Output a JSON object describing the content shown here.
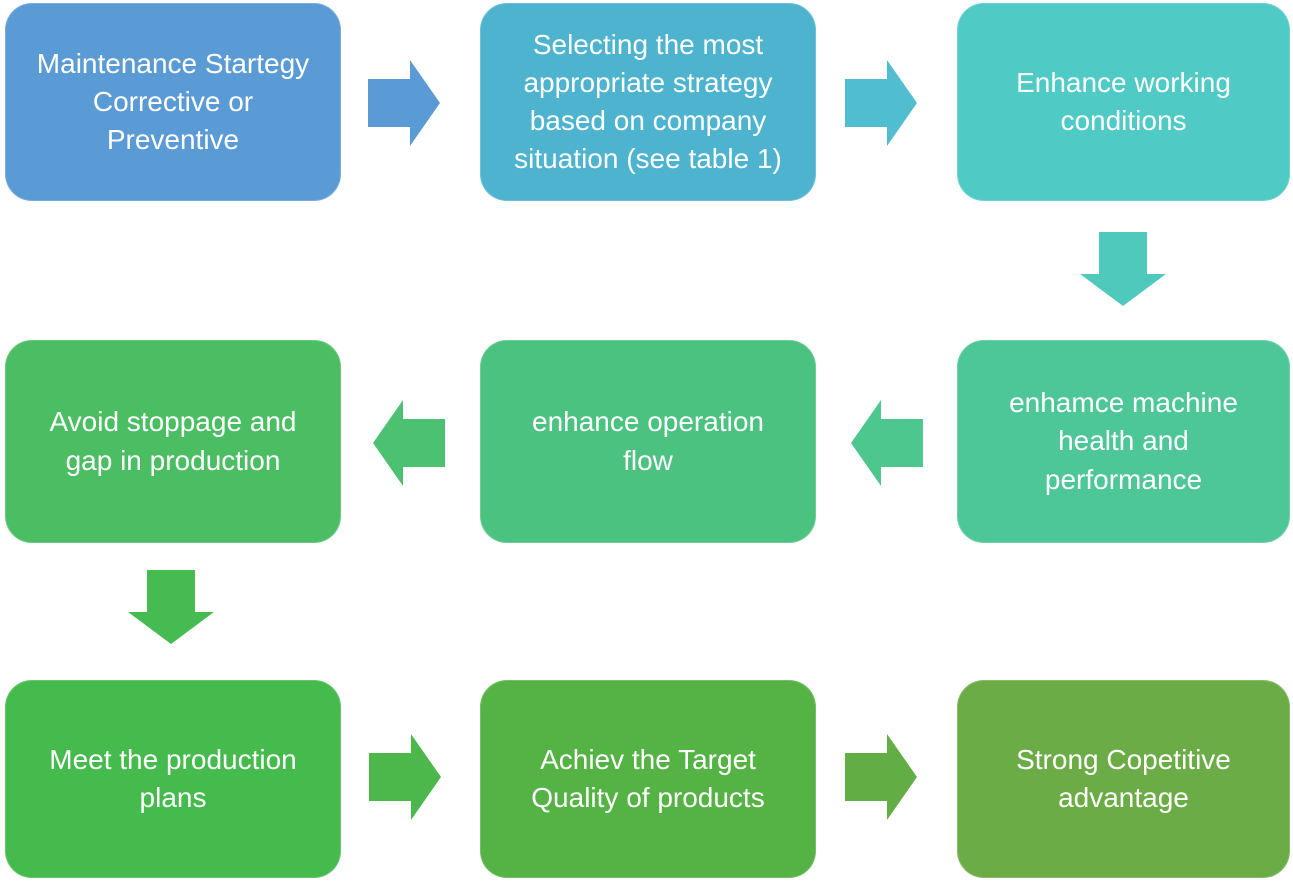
{
  "diagram": {
    "type": "flowchart",
    "boxes": [
      {
        "label": "Maintenance Startegy Corrective or Preventive",
        "color": "#5B9BD5"
      },
      {
        "label": "Selecting the most appropriate strategy based on company situation (see table 1)",
        "color": "#4EB3CF"
      },
      {
        "label": "Enhance working conditions",
        "color": "#4FCAC5"
      },
      {
        "label": "enhamce machine health and performance",
        "color": "#4DC698"
      },
      {
        "label": "enhance operation flow",
        "color": "#4CC281"
      },
      {
        "label": "Avoid stoppage and gap in production",
        "color": "#4BBD62"
      },
      {
        "label": "Meet the production plans",
        "color": "#45BA4D"
      },
      {
        "label": "Achiev the Target Quality of products",
        "color": "#55B245"
      },
      {
        "label": "Strong Copetitive advantage",
        "color": "#6CAC47"
      }
    ],
    "arrows": [
      {
        "direction": "right",
        "from": 0,
        "to": 1,
        "color": "#5B9BD5"
      },
      {
        "direction": "right",
        "from": 1,
        "to": 2,
        "color": "#51BDD0"
      },
      {
        "direction": "down",
        "from": 2,
        "to": 3,
        "color": "#4FC9BC"
      },
      {
        "direction": "left",
        "from": 3,
        "to": 4,
        "color": "#4DC78E"
      },
      {
        "direction": "left",
        "from": 4,
        "to": 5,
        "color": "#4CC172"
      },
      {
        "direction": "down",
        "from": 5,
        "to": 6,
        "color": "#45BB52"
      },
      {
        "direction": "right",
        "from": 6,
        "to": 7,
        "color": "#4CB74A"
      },
      {
        "direction": "right",
        "from": 7,
        "to": 8,
        "color": "#63AD45"
      }
    ]
  }
}
